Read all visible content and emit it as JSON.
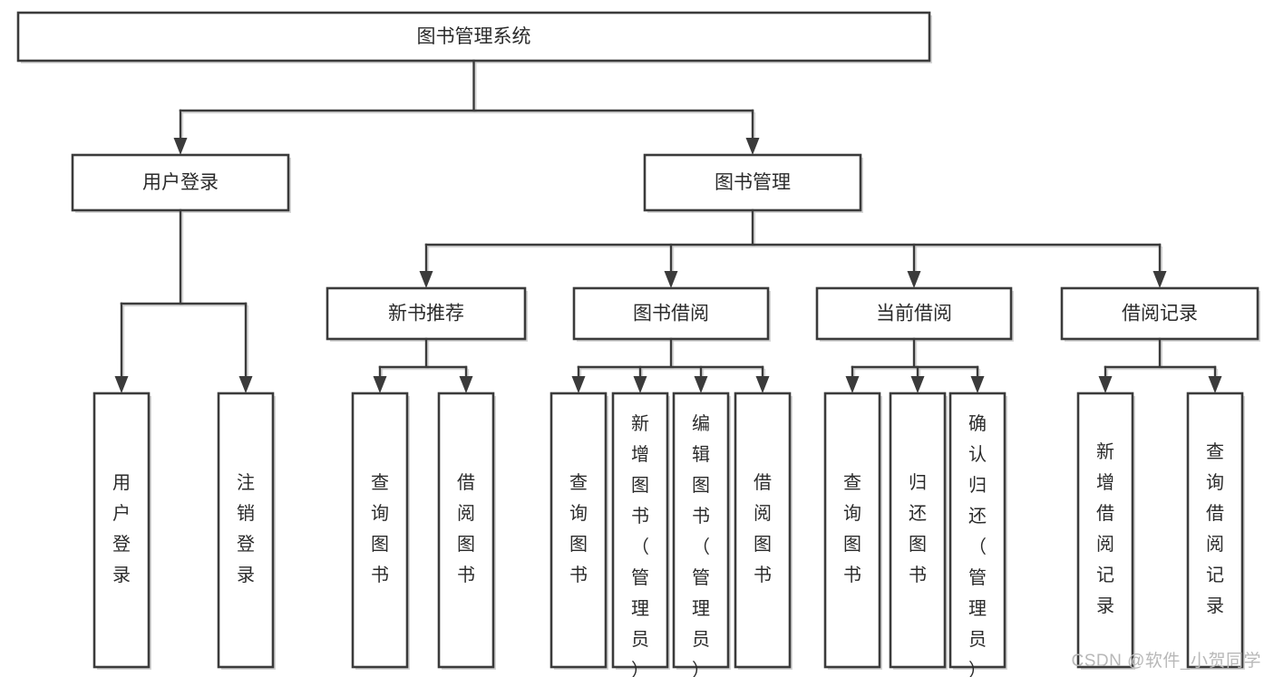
{
  "diagram": {
    "type": "tree",
    "title": "图书管理系统",
    "orientation": "top-down",
    "colors": {
      "box_fill": "#ffffff",
      "box_stroke": "#3b3b3b",
      "connector": "#3b3b3b",
      "shadow": "#c9c9c9",
      "text": "#2b2b2b",
      "watermark": "#b8b8b8",
      "background": "#ffffff"
    },
    "root": {
      "label": "图书管理系统",
      "orientation": "horizontal"
    },
    "level2": [
      {
        "label": "用户登录",
        "orientation": "horizontal"
      },
      {
        "label": "图书管理",
        "orientation": "horizontal"
      }
    ],
    "level3": [
      {
        "label": "新书推荐",
        "orientation": "horizontal",
        "parent": "图书管理"
      },
      {
        "label": "图书借阅",
        "orientation": "horizontal",
        "parent": "图书管理"
      },
      {
        "label": "当前借阅",
        "orientation": "horizontal",
        "parent": "图书管理"
      },
      {
        "label": "借阅记录",
        "orientation": "horizontal",
        "parent": "图书管理"
      }
    ],
    "leaves": {
      "用户登录": [
        {
          "label": "用户登录",
          "orientation": "vertical"
        },
        {
          "label": "注销登录",
          "orientation": "vertical"
        }
      ],
      "新书推荐": [
        {
          "label": "查询图书",
          "orientation": "vertical"
        },
        {
          "label": "借阅图书",
          "orientation": "vertical"
        }
      ],
      "图书借阅": [
        {
          "label": "查询图书",
          "orientation": "vertical"
        },
        {
          "label": "新增图书（管理员）",
          "orientation": "vertical"
        },
        {
          "label": "编辑图书（管理员）",
          "orientation": "vertical"
        },
        {
          "label": "借阅图书",
          "orientation": "vertical"
        }
      ],
      "当前借阅": [
        {
          "label": "查询图书",
          "orientation": "vertical"
        },
        {
          "label": "归还图书",
          "orientation": "vertical"
        },
        {
          "label": "确认归还（管理员）",
          "orientation": "vertical"
        }
      ],
      "借阅记录": [
        {
          "label": "新增借阅记录",
          "orientation": "vertical"
        },
        {
          "label": "查询借阅记录",
          "orientation": "vertical"
        }
      ]
    }
  },
  "watermark": {
    "text": "CSDN @软件_小贺同学"
  }
}
